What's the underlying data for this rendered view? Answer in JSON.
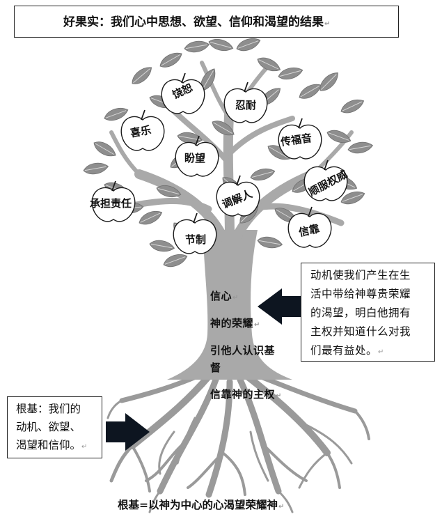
{
  "title": "好果实：我们心中思想、欲望、信仰和渴望的结果",
  "fruits": [
    "饶恕",
    "忍耐",
    "喜乐",
    "传福音",
    "盼望",
    "顺服权威",
    "承担责任",
    "调解人",
    "信靠",
    "节制"
  ],
  "trunk": {
    "line1": "信心",
    "line2": "神的荣耀",
    "line3a": "引他人认识基",
    "line3b": "督",
    "line4": "信靠神的主权"
  },
  "motive_box": {
    "line1": "动机使我们产生在生",
    "line2": "活中带给神尊贵荣耀",
    "line3": "的渴望，明白他拥有",
    "line4": "主权并知道什么对我",
    "line5": "们最有益处。"
  },
  "root_box": {
    "line1": "根基：我们的",
    "line2": "动机、欲望、",
    "line3": "渴望和信仰。"
  },
  "bottom_text": "根基=以神为中心的心渴望荣耀神",
  "colors": {
    "leaf": "#8e8e8e",
    "trunk": "#a9a9a9",
    "arrow": "#0d1520"
  }
}
